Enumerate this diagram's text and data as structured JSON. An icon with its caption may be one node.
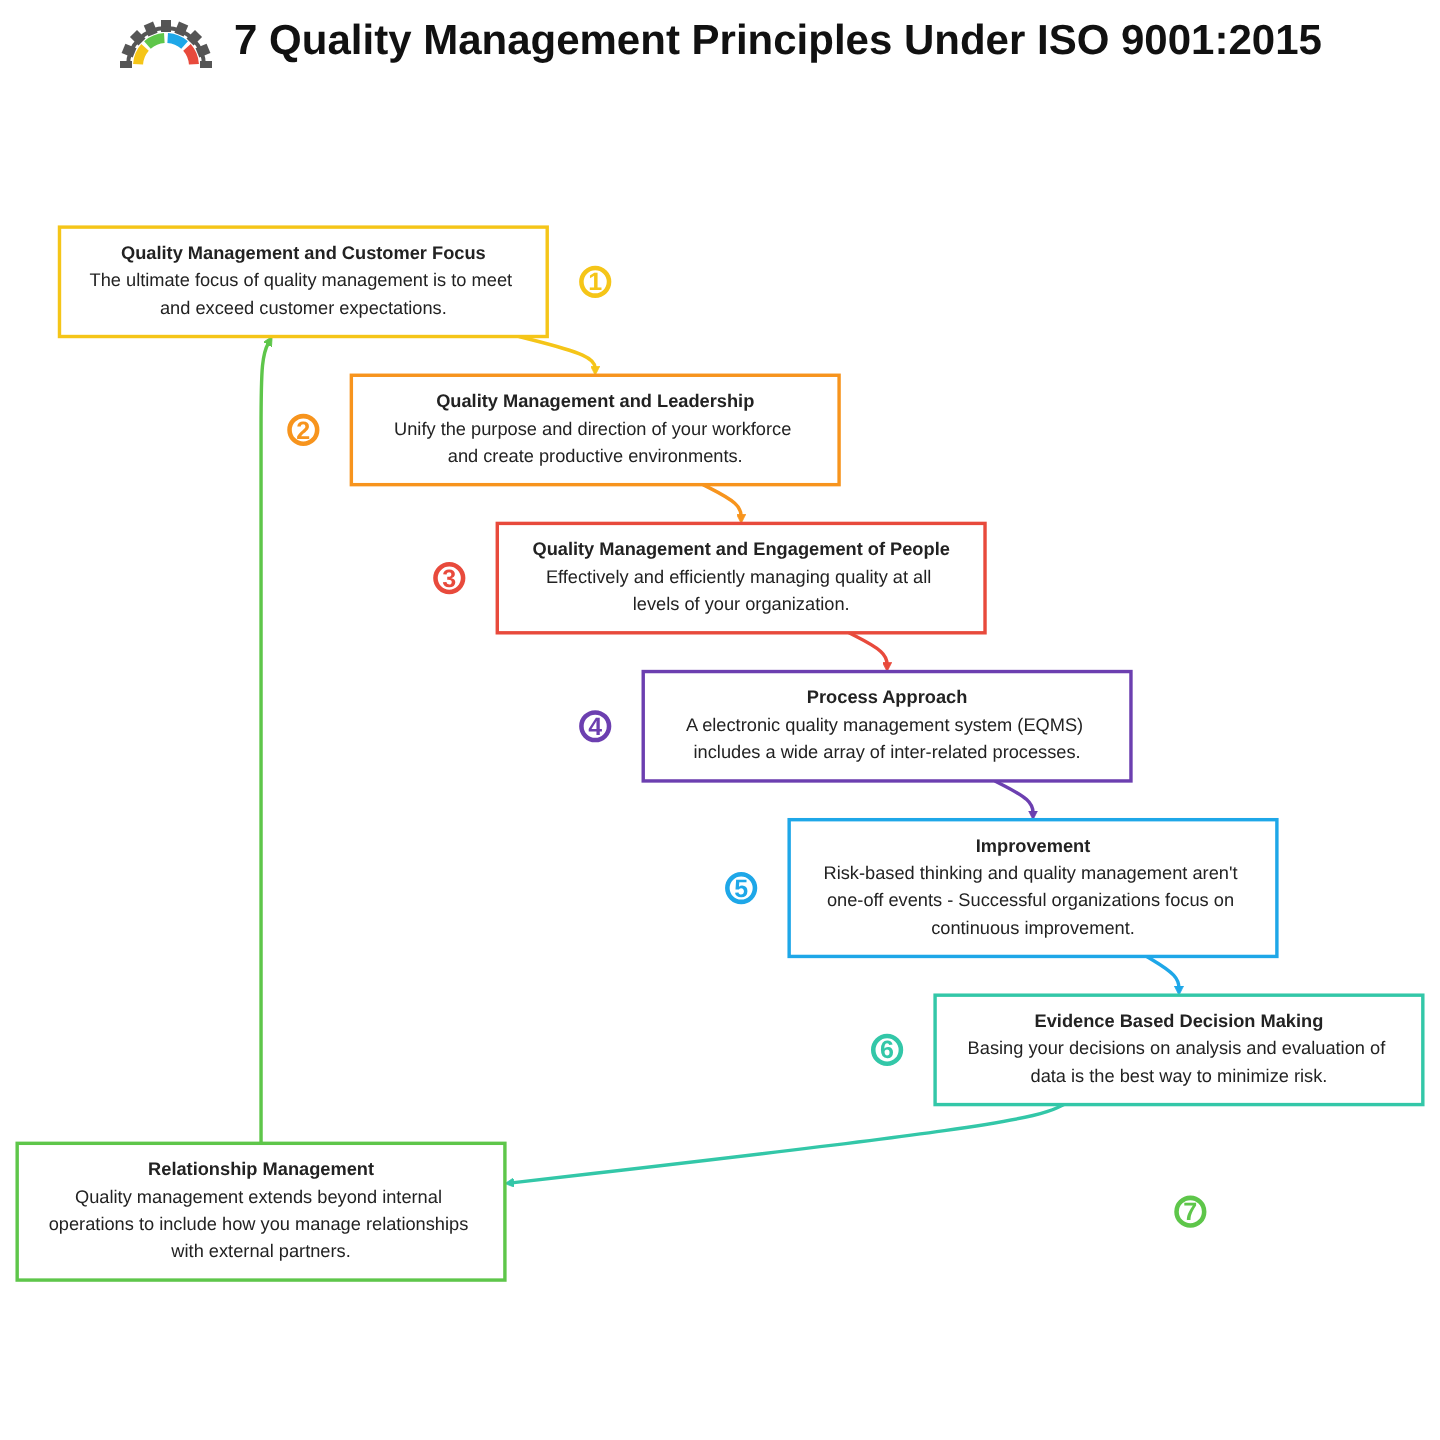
{
  "diagram": {
    "title": "7 Quality Management Principles Under ISO 9001:2015",
    "nodes": [
      {
        "text": [
          "Quality Management and Customer Focus",
          "The ultimate focus of quality management is to meet and exceed customer expectations."
        ]
      },
      {
        "text": [
          "1"
        ]
      },
      {
        "text": [
          "Quality Management and Leadership",
          "Unify the purpose and direction of your workforce and create productive environments."
        ]
      },
      {
        "text": [
          "2"
        ]
      },
      {
        "text": [
          "Quality Management and Engagement of People",
          "Effectively and efficiently managing quality at all levels of your organization."
        ]
      },
      {
        "text": [
          "3"
        ]
      },
      {
        "text": [
          "Process Approach",
          "A electronic quality management system (EQMS) includes a wide array of inter-related processes."
        ]
      },
      {
        "text": [
          "4"
        ]
      },
      {
        "text": [
          "Improvement",
          "Risk-based thinking and quality management aren't one-off events - Successful organizations focus on continuous improvement."
        ]
      },
      {
        "text": [
          "5"
        ]
      },
      {
        "text": [
          "Evidence Based Decision Making",
          "Basing your decisions on analysis and evaluation of data is the best way to minimize risk."
        ]
      },
      {
        "text": [
          "6"
        ]
      },
      {
        "text": [
          "Relationship Management",
          "Quality management extends beyond internal operations to include how you manage relationships with external partners."
        ]
      },
      {
        "text": [
          "7"
        ]
      }
    ],
    "edges": [
      {
        "from": 0,
        "to": 2,
        "arrow": "to",
        "color": "#f5c518"
      },
      {
        "from": 2,
        "to": 4,
        "arrow": "to",
        "color": "#f7941d"
      },
      {
        "from": 4,
        "to": 6,
        "arrow": "to",
        "color": "#e84a3c"
      },
      {
        "from": 6,
        "to": 8,
        "arrow": "to",
        "color": "#6c3fb0"
      },
      {
        "from": 8,
        "to": 10,
        "arrow": "to",
        "color": "#1ea7e8"
      },
      {
        "from": 10,
        "to": 12,
        "arrow": "to",
        "color": "#33c7a8"
      },
      {
        "from": 12,
        "to": 0,
        "arrow": "to",
        "color": "#5ec64a"
      }
    ]
  }
}
